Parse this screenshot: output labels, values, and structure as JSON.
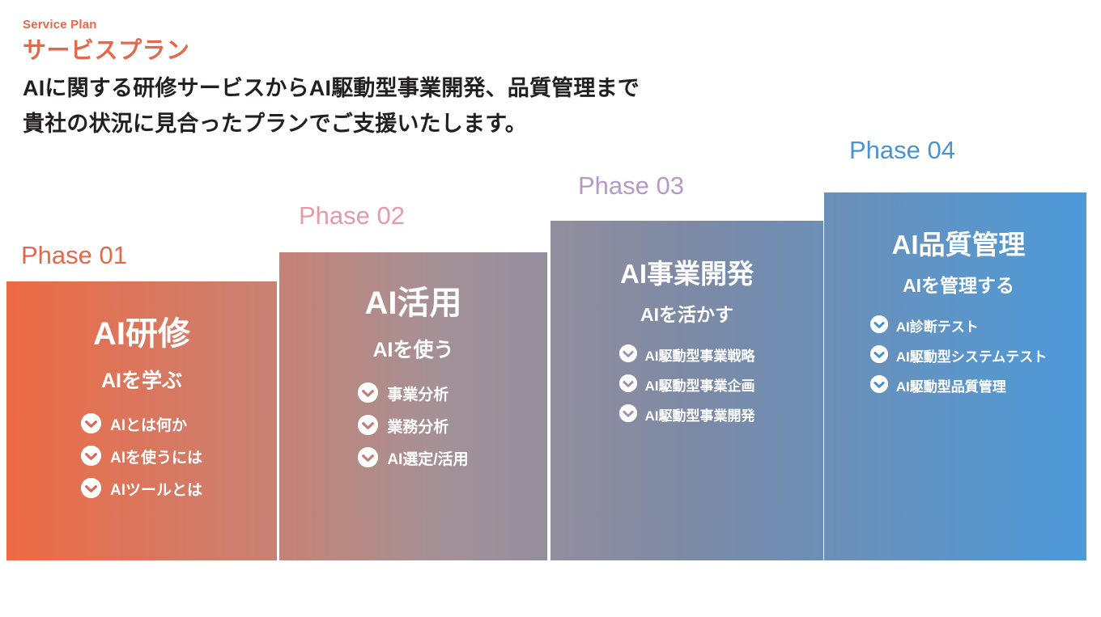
{
  "header": {
    "eyebrow": "Service Plan",
    "jp_title": "サービスプラン",
    "lede_line1": "AIに関する研修サービスからAI駆動型事業開発、品質管理まで",
    "lede_line2": "貴社の状況に見合ったプランでご支援いたします。",
    "eyebrow_color": "#E3694B",
    "jp_title_color": "#E3694B",
    "lede_color": "#231F20"
  },
  "staircase": {
    "gradient_stops": [
      "#EE6A43",
      "#C98173",
      "#A49197",
      "#7C8AA6",
      "#4D9AD9"
    ],
    "check_icon": "check-circle-icon",
    "phases": [
      {
        "label": "Phase 01",
        "label_color": "#E3694B",
        "title": "AI研修",
        "subtitle": "AIを学ぶ",
        "check_color": "#DE6A4D",
        "bullets": [
          "AIとは何か",
          "AIを使うには",
          "AIツールとは"
        ]
      },
      {
        "label": "Phase 02",
        "label_color": "#E59AA8",
        "title": "AI活用",
        "subtitle": "AIを使う",
        "check_color": "#C07E7C",
        "bullets": [
          "事業分析",
          "業務分析",
          "AI選定/活用"
        ]
      },
      {
        "label": "Phase 03",
        "label_color": "#B49AC6",
        "title": "AI事業開発",
        "subtitle": "AIを活かす",
        "check_color": "#A58FB0",
        "bullets": [
          "AI駆動型事業戦略",
          "AI駆動型事業企画",
          "AI駆動型事業開発"
        ]
      },
      {
        "label": "Phase 04",
        "label_color": "#4A93D1",
        "title": "AI品質管理",
        "subtitle": "AIを管理する",
        "check_color": "#3E90CF",
        "bullets": [
          "AI診断テスト",
          "AI駆動型システムテスト",
          "AI駆動型品質管理"
        ]
      }
    ]
  }
}
